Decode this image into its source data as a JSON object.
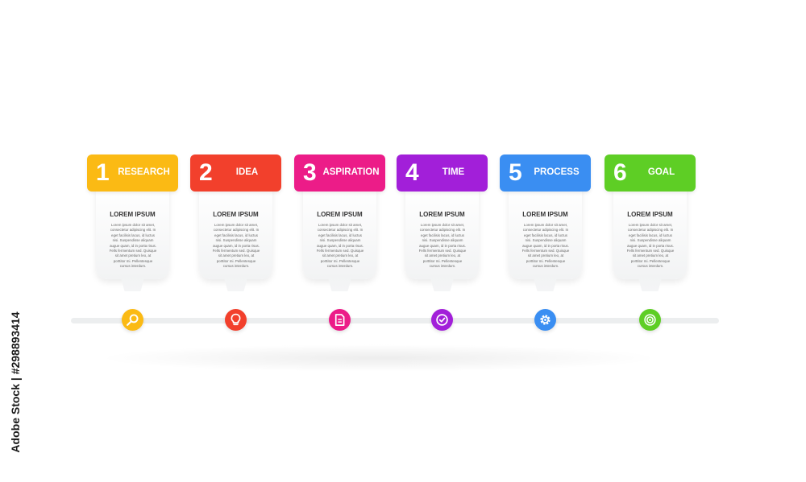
{
  "steps": [
    {
      "number": "1",
      "label": "RESEARCH",
      "color": "#fbba14",
      "icon": "magnifier-icon",
      "card_title": "LOREM IPSUM",
      "card_text": "Lorem ipsum dolor sit amet, consectetur adipiscing elit. In eget facilisis lacus, id luctus nisi. Suspendisse aliquam augue quam, id in porta risus. Fells fermentum sed. Quisque sit amet pretium leo, at porttitor mi. Pellentesque cursus interdum."
    },
    {
      "number": "2",
      "label": "IDEA",
      "color": "#f2402c",
      "icon": "lightbulb-icon",
      "card_title": "LOREM IPSUM",
      "card_text": "Lorem ipsum dolor sit amet, consectetur adipiscing elit. In eget facilisis lacus, id luctus nisi. Suspendisse aliquam augue quam, id in porta risus. Fells fermentum sed. Quisque sit amet pretium leo, at porttitor mi. Pellentesque cursus interdum."
    },
    {
      "number": "3",
      "label": "ASPIRATION",
      "color": "#ec1c88",
      "icon": "document-icon",
      "card_title": "LOREM IPSUM",
      "card_text": "Lorem ipsum dolor sit amet, consectetur adipiscing elit. In eget facilisis lacus, id luctus nisi. Suspendisse aliquam augue quam, id in porta risus. Fells fermentum sed. Quisque sit amet pretium leo, at porttitor mi. Pellentesque cursus interdum."
    },
    {
      "number": "4",
      "label": "TIME",
      "color": "#a21fd9",
      "icon": "clock-icon",
      "card_title": "LOREM IPSUM",
      "card_text": "Lorem ipsum dolor sit amet, consectetur adipiscing elit. In eget facilisis lacus, id luctus nisi. Suspendisse aliquam augue quam, id in porta risus. Fells fermentum sed. Quisque sit amet pretium leo, at porttitor mi. Pellentesque cursus interdum."
    },
    {
      "number": "5",
      "label": "PROCESS",
      "color": "#3a8ef2",
      "icon": "gear-icon",
      "card_title": "LOREM IPSUM",
      "card_text": "Lorem ipsum dolor sit amet, consectetur adipiscing elit. In eget facilisis lacus, id luctus nisi. Suspendisse aliquam augue quam, id in porta risus. Fells fermentum sed. Quisque sit amet pretium leo, at porttitor mi. Pellentesque cursus interdum."
    },
    {
      "number": "6",
      "label": "GOAL",
      "color": "#5ece25",
      "icon": "target-icon",
      "card_title": "LOREM IPSUM",
      "card_text": "Lorem ipsum dolor sit amet, consectetur adipiscing elit. In eget facilisis lacus, id luctus nisi. Suspendisse aliquam augue quam, id in porta risus. Fells fermentum sed. Quisque sit amet pretium leo, at porttitor mi. Pellentesque cursus interdum."
    }
  ],
  "watermark": "Adobe Stock | #298893414"
}
